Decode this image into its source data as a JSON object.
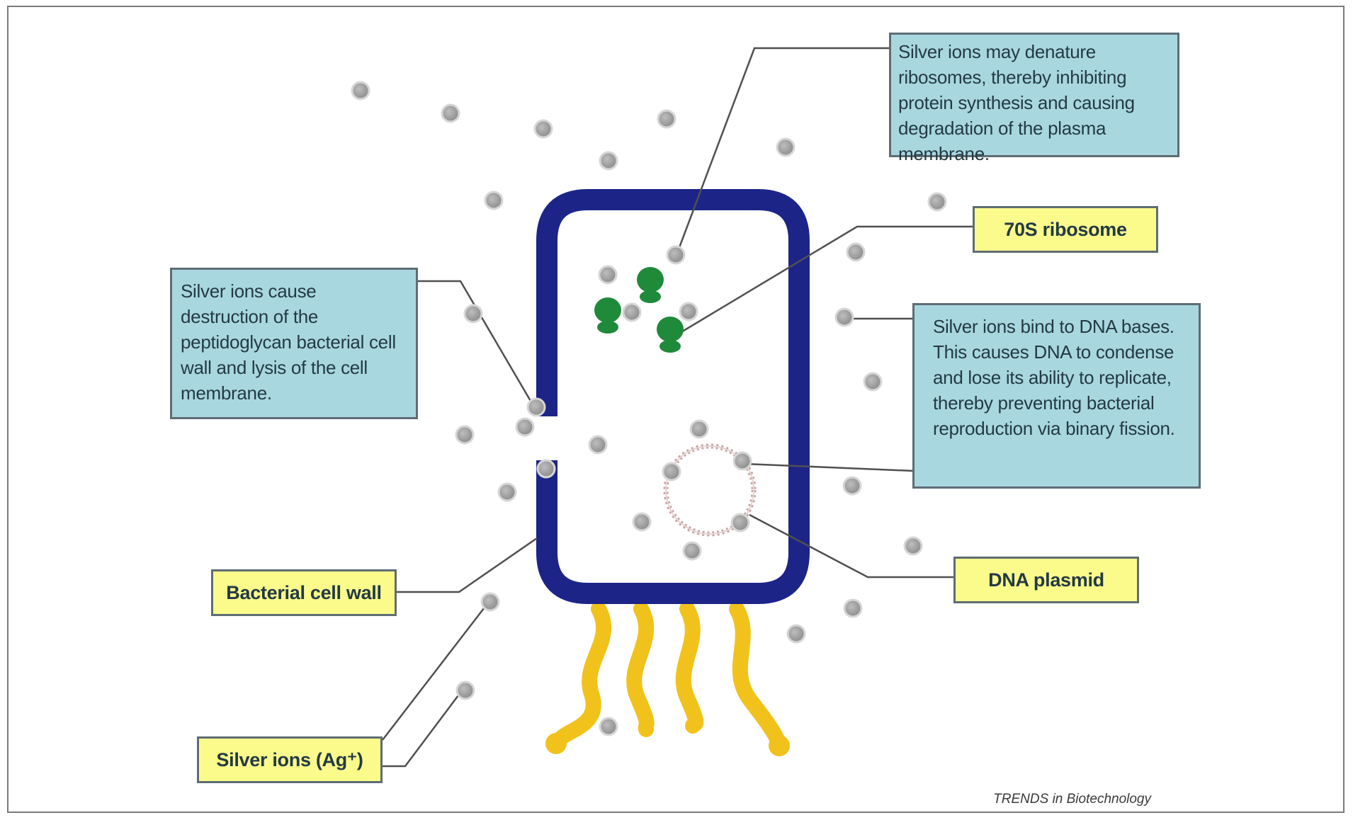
{
  "callouts": {
    "ribosome_denature": "Silver ions may denature ribosomes, thereby inhibiting protein synthesis and causing degradation of the plasma membrane.",
    "cell_wall_destruction": "Silver ions cause destruction of the peptidoglycan bacterial cell wall and lysis of the cell membrane.",
    "dna_binding": "Silver ions bind to DNA bases. This causes DNA to condense and lose its ability to replicate, thereby preventing bacterial reproduction via binary fission."
  },
  "labels": {
    "ribosome": "70S ribosome",
    "dna_plasmid": "DNA plasmid",
    "cell_wall": "Bacterial cell wall",
    "silver_ions": "Silver ions (Ag⁺)"
  },
  "credit": "TRENDS in Biotechnology",
  "colors": {
    "cell_wall": "#1d2488",
    "ribosome": "#1f8a3a",
    "flagella": "#f2c21c",
    "ion_fill": "#a9a9a9",
    "callout_blue": "#a9d7e0",
    "label_yellow": "#fbfb8c"
  }
}
